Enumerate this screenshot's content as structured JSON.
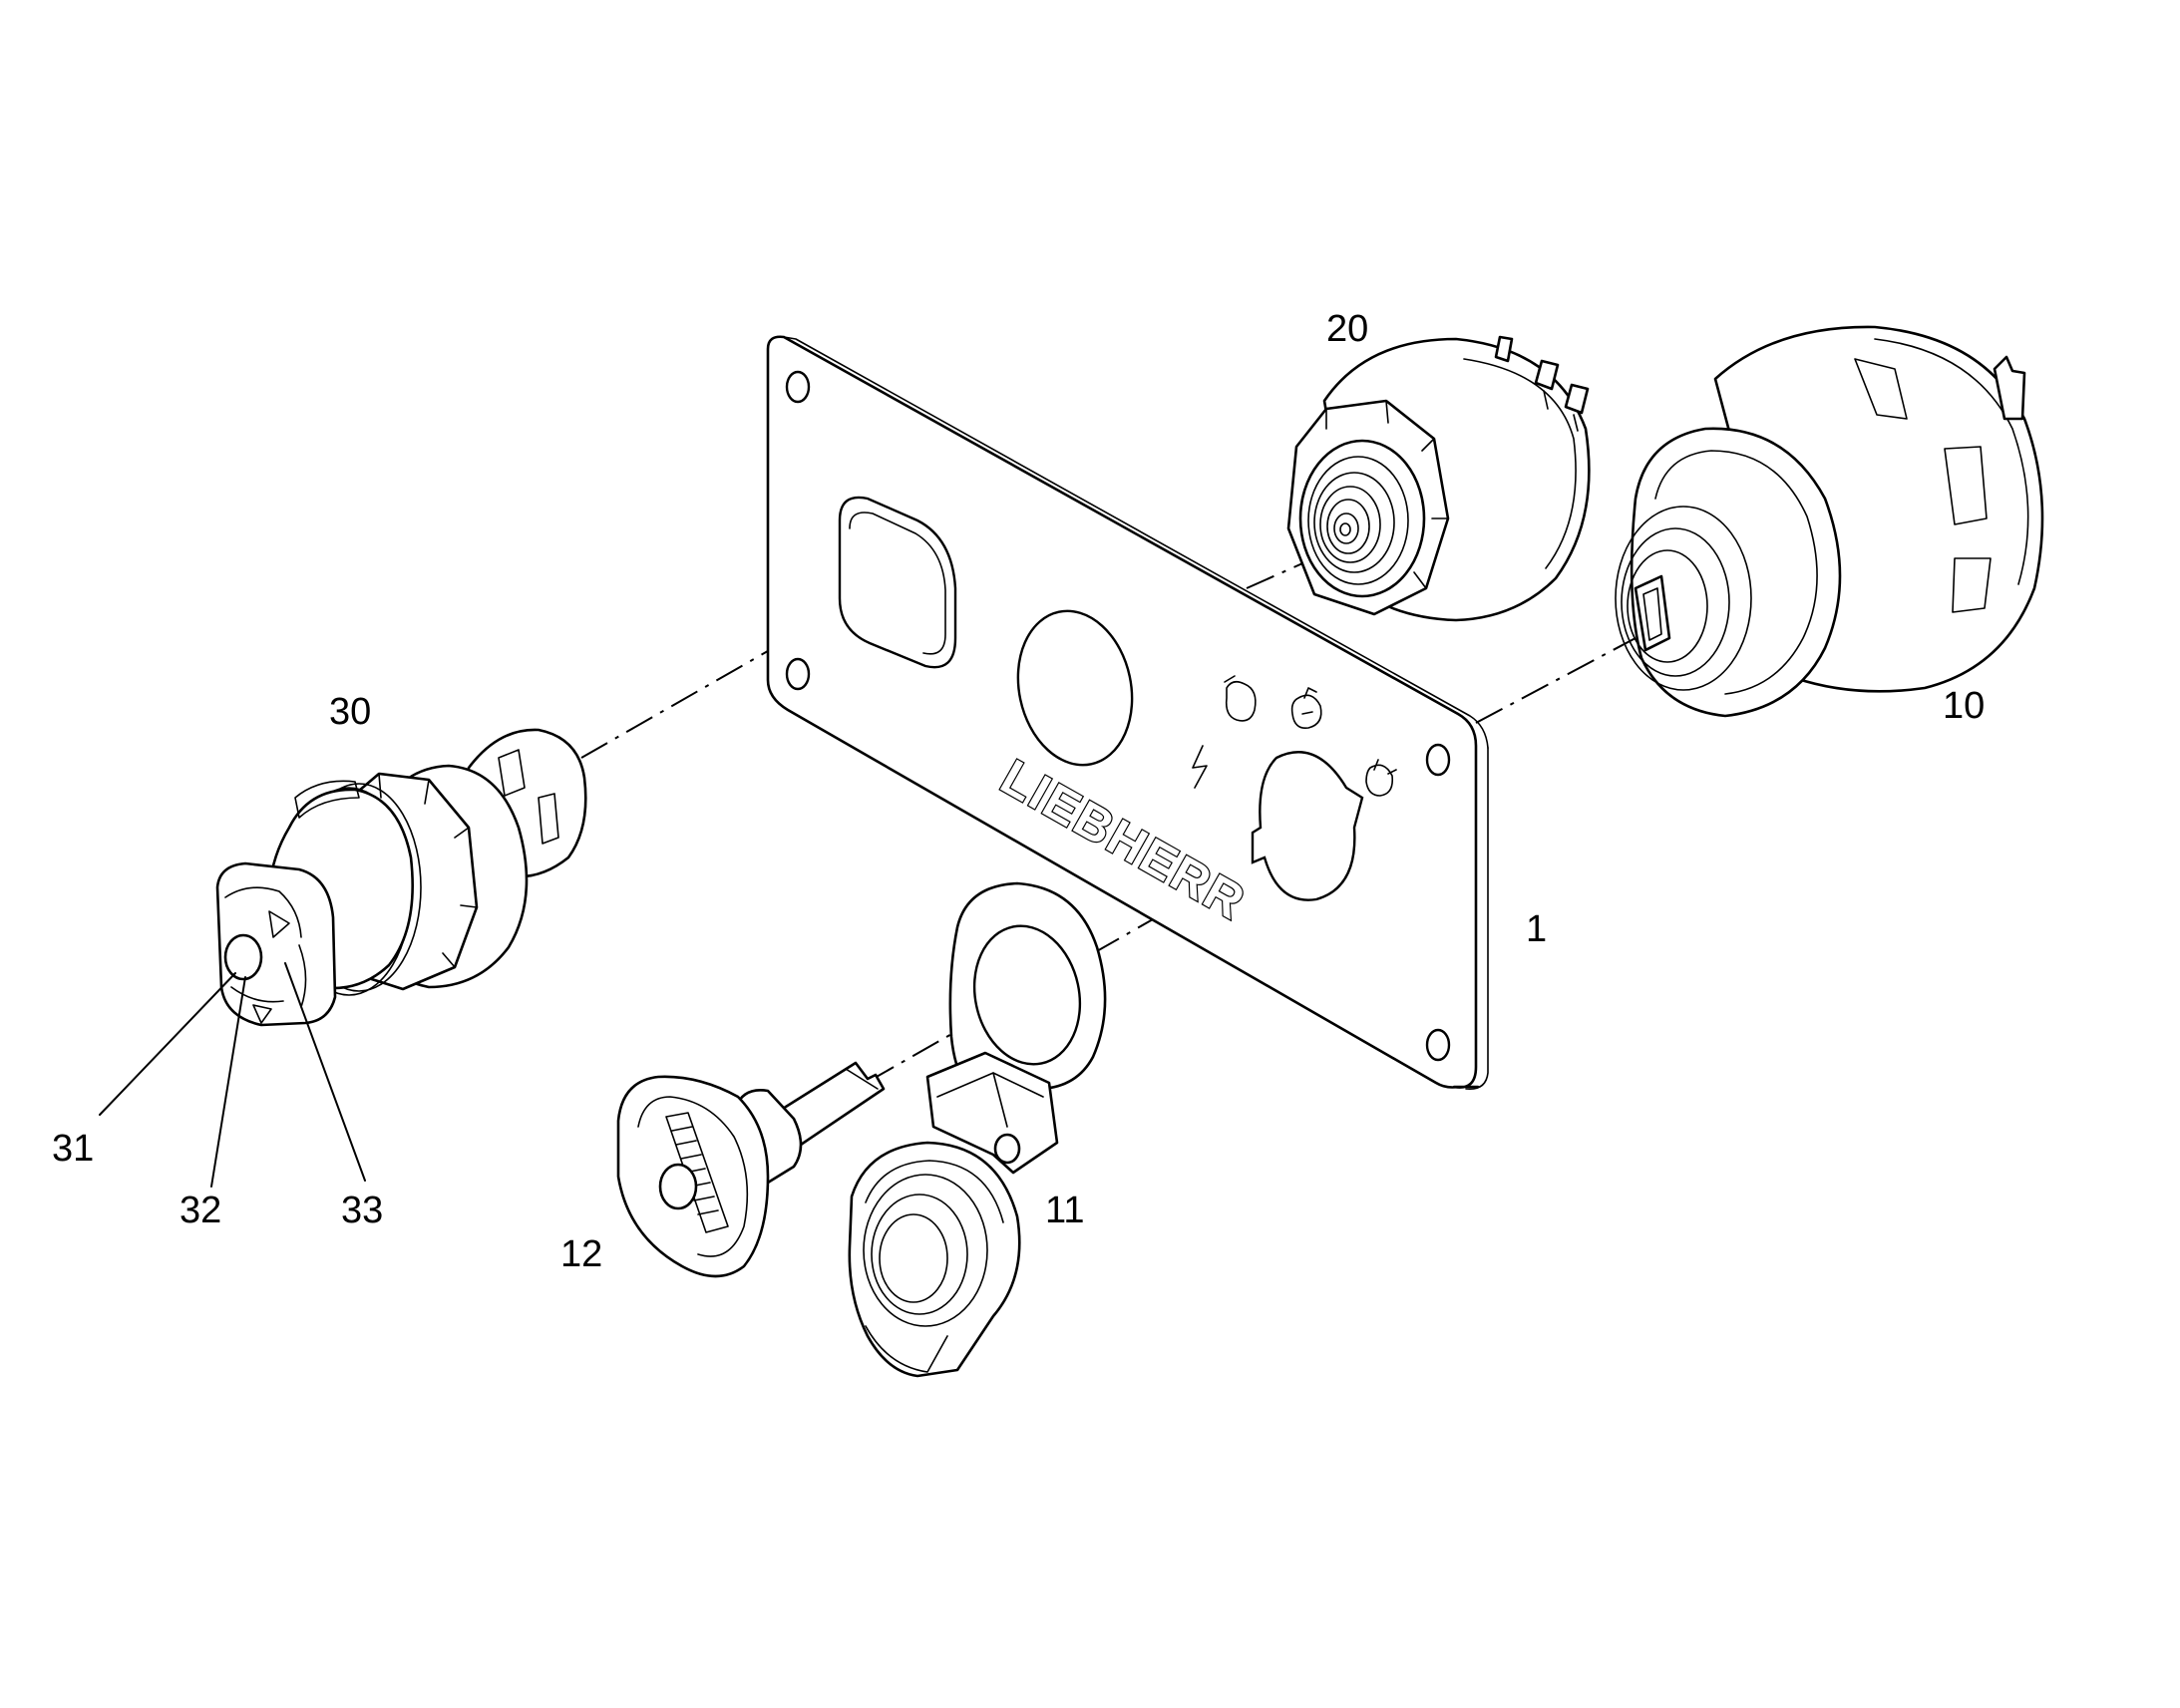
{
  "diagram": {
    "brand_text": "LIEBHERR",
    "callouts": {
      "panel": "1",
      "ignition_switch": "10",
      "protective_cap": "11",
      "key": "12",
      "buzzer": "20",
      "battery_switch": "30",
      "knob_part_a": "31",
      "knob_part_b": "32",
      "knob_part_c": "33"
    }
  }
}
